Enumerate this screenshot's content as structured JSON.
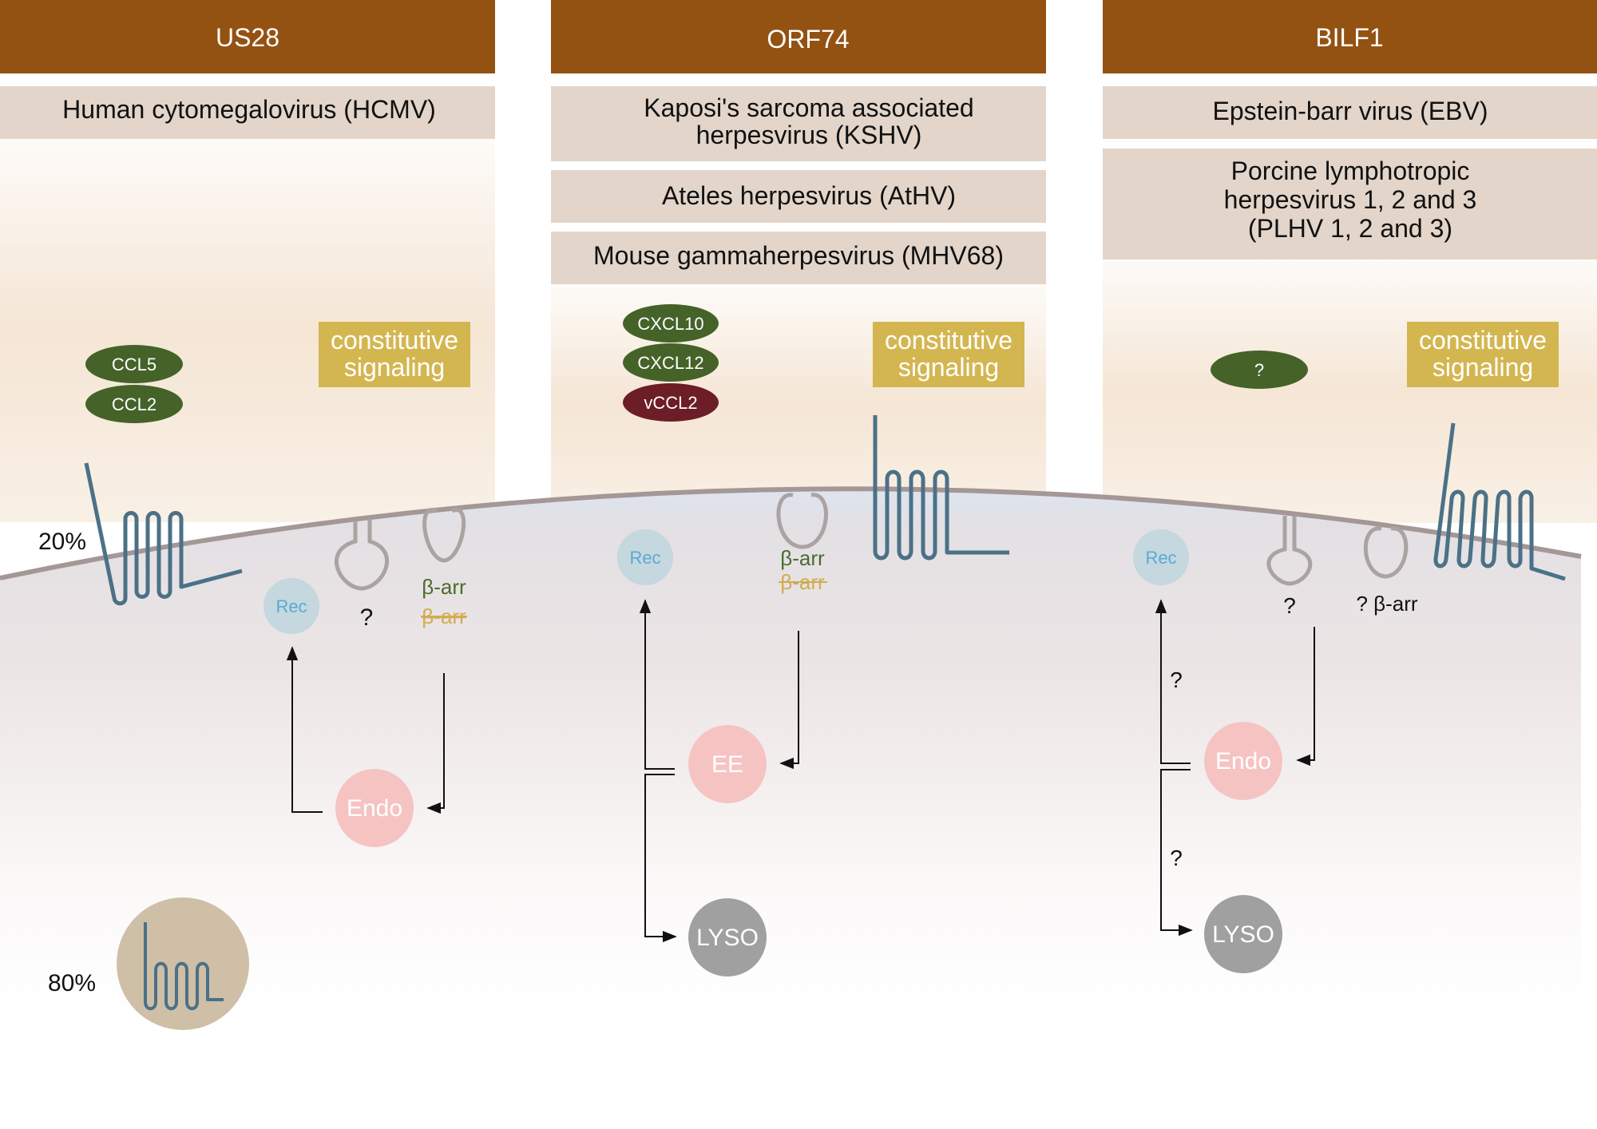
{
  "colors": {
    "header": "#935212",
    "virus_box": "#e3d5ca",
    "constitutive_box": "#d4b650",
    "ligand_green": "#456229",
    "ligand_red": "#6c1d25",
    "receptor": "#4b7187",
    "membrane": "#a49796",
    "pit": "#aaa3a2",
    "rec": "#c5d7df",
    "rec_text": "#5aabd2",
    "endo": "#f6c3c3",
    "lyso": "#a0a0a0",
    "internal_receptor_bg": "#cebfa6",
    "barr_green": "#4a6b2e",
    "barr_yellow": "#d1ac52"
  },
  "panels": [
    {
      "name": "US28",
      "viruses": [
        "Human cytomegalovirus (HCMV)"
      ],
      "ligands": [
        "CCL5",
        "CCL2"
      ],
      "constitutive": "constitutive signaling",
      "surface_percent": "20%",
      "internal_percent": "80%",
      "rec": "Rec",
      "pit1": "?",
      "pit2_active": "β-arr",
      "pit2_struck": "β-arr",
      "endo": "Endo"
    },
    {
      "name": "ORF74",
      "viruses": [
        "Kaposi's sarcoma associated herpesvirus (KSHV)",
        "Ateles herpesvirus (AtHV)",
        "Mouse gammaherpesvirus (MHV68)"
      ],
      "ligands": [
        "CXCL10",
        "CXCL12",
        "vCCL2"
      ],
      "constitutive": "constitutive signaling",
      "rec": "Rec",
      "pit_active": "β-arr",
      "pit_struck": "β-arr",
      "endo": "EE",
      "lyso": "LYSO"
    },
    {
      "name": "BILF1",
      "viruses": [
        "Epstein-barr virus (EBV)",
        "Porcine lymphotropic herpesvirus 1, 2 and 3 (PLHV 1, 2 and 3)"
      ],
      "ligands": [
        "?"
      ],
      "constitutive": "constitutive signaling",
      "rec": "Rec",
      "pit1": "?",
      "pit2": "? β-arr",
      "endo": "Endo",
      "lyso": "LYSO",
      "path_q1": "?",
      "path_q2": "?"
    }
  ]
}
